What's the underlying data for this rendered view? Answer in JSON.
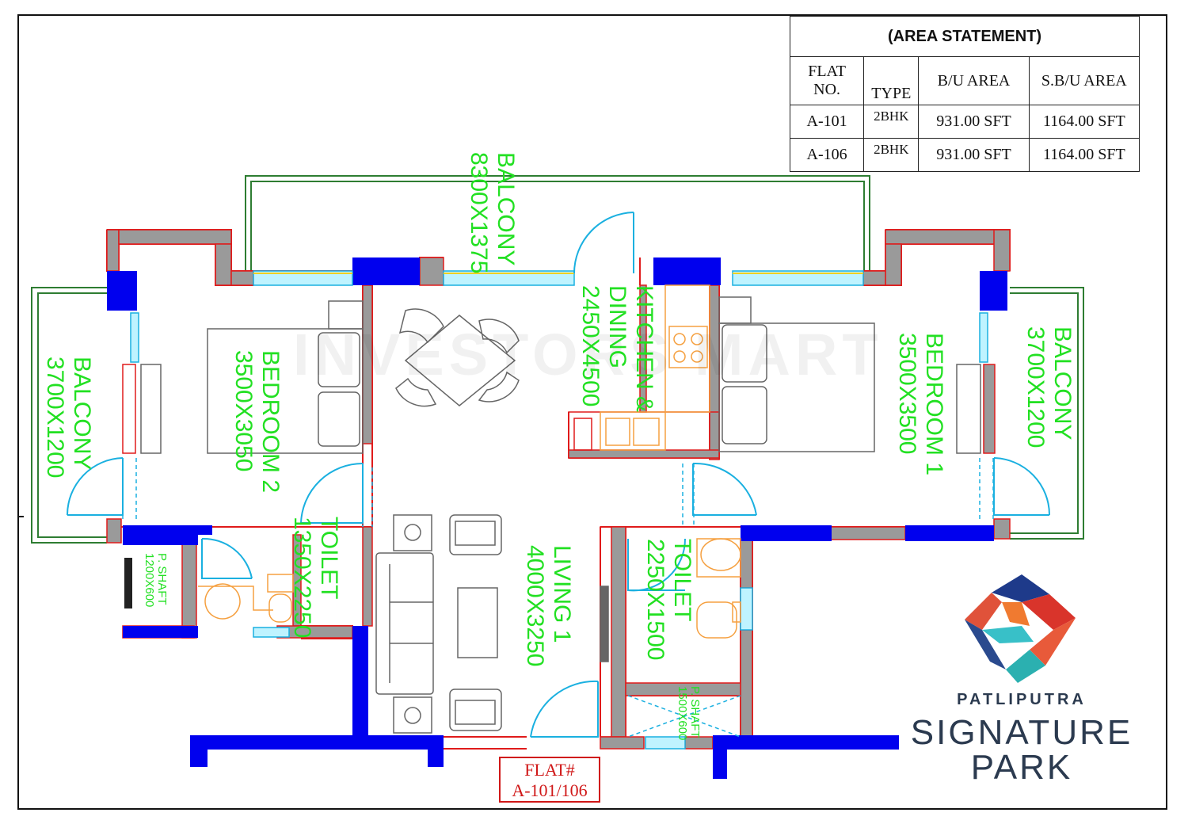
{
  "area_statement": {
    "title": "(AREA STATEMENT)",
    "headers": {
      "flat_no": [
        "FLAT",
        "NO."
      ],
      "type": "TYPE",
      "bu_area": "B/U AREA",
      "sbu_area": "S.B/U AREA"
    },
    "rows": [
      {
        "flat_no": "A-101",
        "type": "2BHK",
        "bu_area": "931.00 SFT",
        "sbu_area": "1164.00 SFT"
      },
      {
        "flat_no": "A-106",
        "type": "2BHK",
        "bu_area": "931.00 SFT",
        "sbu_area": "1164.00 SFT"
      }
    ]
  },
  "rooms": {
    "balcony_top": {
      "name": "BALCONY",
      "size": "8300X1375"
    },
    "balcony_left": {
      "name": "BALCONY",
      "size": "3700X1200"
    },
    "balcony_right": {
      "name": "BALCONY",
      "size": "3700X1200"
    },
    "bedroom2": {
      "name": "BEDROOM 2",
      "size": "3500X3050"
    },
    "bedroom1": {
      "name": "BEDROOM 1",
      "size": "3500X3500"
    },
    "kitchen": {
      "name_line1": "KITCHEN &",
      "name_line2": "DINING",
      "size": "2450X4500"
    },
    "living": {
      "name": "LIVING 1",
      "size": "4000X3250"
    },
    "toilet_left": {
      "name": "TOILET",
      "size": "1350X2250"
    },
    "toilet_right": {
      "name": "TOILET",
      "size": "2250X1500"
    },
    "shaft_left": {
      "name": "P. SHAFT",
      "size": "1200X600"
    },
    "shaft_right": {
      "name": "P. SHAFT",
      "size": "1500X600"
    }
  },
  "flat_tag": {
    "line1": "FLAT#",
    "line2": "A-101/106"
  },
  "watermark": "INVESTORS MART",
  "brand": {
    "line1": "PATLIPUTRA",
    "line2": "SIGNATURE",
    "line3": "PARK"
  },
  "colors": {
    "wall_red": "#e01b1b",
    "column_blue": "#0000ee",
    "label_green": "#22e022",
    "furniture_orange": "#f5a040",
    "door_cyan": "#1ab0e0",
    "balcony_green": "#2e7d32"
  }
}
